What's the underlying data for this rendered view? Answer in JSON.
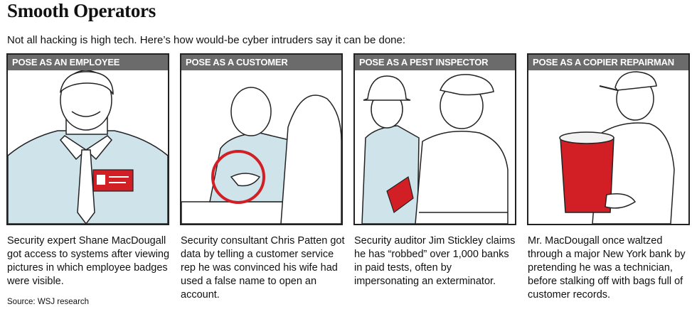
{
  "title": "Smooth Operators",
  "subtitle": "Not all hacking is high tech. Here’s how would-be cyber intruders say it can be done:",
  "panels": [
    {
      "heading": "POSE AS AN EMPLOYEE",
      "caption": "Security expert Shane MacDougall got access to systems after viewing pictures in which employee badges were visible."
    },
    {
      "heading": "POSE AS A CUSTOMER",
      "caption": "Security consultant Chris Patten got data by telling a customer service rep he was convinced his wife had used a false name to open an account."
    },
    {
      "heading": "POSE AS A PEST INSPECTOR",
      "caption": "Security auditor Jim Stickley claims he has “robbed” over 1,000 banks in paid tests, often by impersonating an exterminator."
    },
    {
      "heading": "POSE AS A COPIER REPAIRMAN",
      "caption": "Mr. MacDougall once waltzed through a major New York bank by pretending he was a technician, before stalking off with bags full of customer records."
    }
  ],
  "source": "Source: WSJ research",
  "colors": {
    "accent": "#d21f26",
    "shirt": "#cfe3ea",
    "header": "#6b6b6b"
  }
}
